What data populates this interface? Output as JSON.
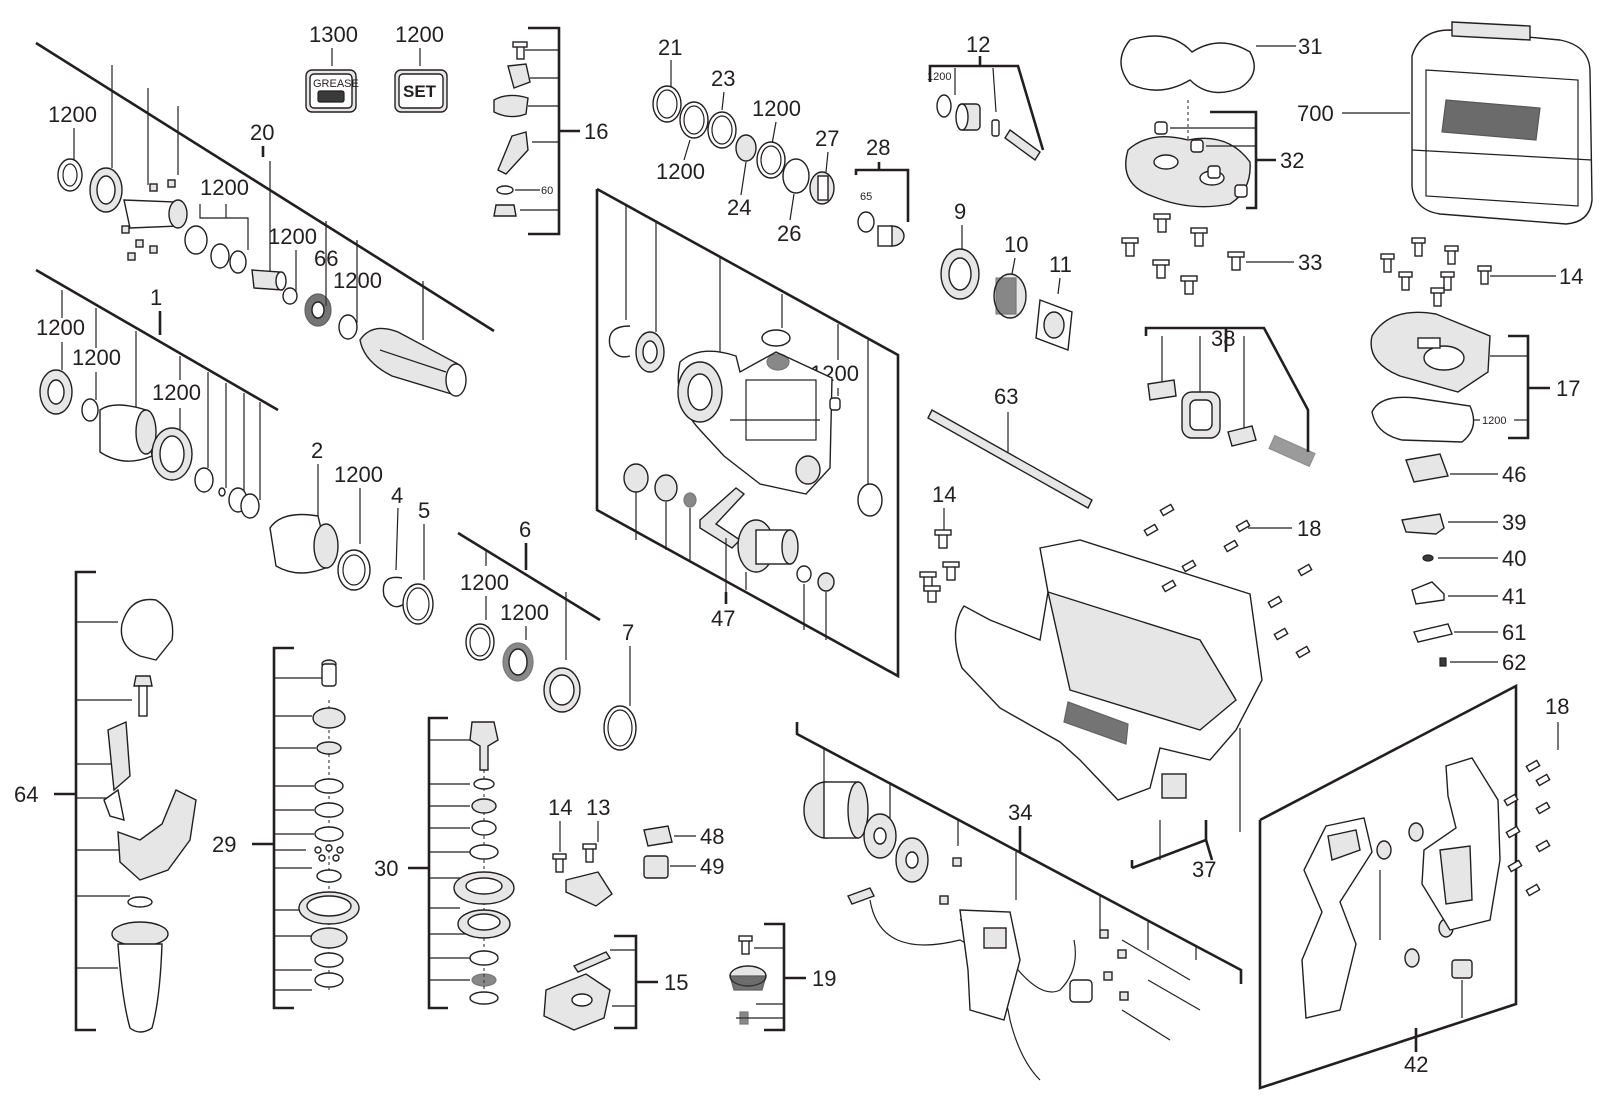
{
  "icons": {
    "grease": "grease-tube-icon",
    "set": "seal-set-icon",
    "brand": "milwaukee-logo"
  },
  "badges": {
    "grease_text": "GREASE",
    "set_text": "SET"
  },
  "callouts": {
    "c1300": "1300",
    "c1200_top": "1200",
    "c16": "16",
    "c21": "21",
    "c23": "23",
    "c1200_b": "1200",
    "c1200_c": "1200",
    "c24": "24",
    "c26": "26",
    "c27": "27",
    "c28": "28",
    "c65": "65",
    "c60": "60",
    "c12": "12",
    "c1200_s12": "1200",
    "c9": "9",
    "c10": "10",
    "c11": "11",
    "c31": "31",
    "c32": "32",
    "c33": "33",
    "c700": "700",
    "c14_r": "14",
    "c17": "17",
    "c1200_s17": "1200",
    "c46": "46",
    "c39": "39",
    "c40": "40",
    "c41": "41",
    "c61": "61",
    "c62": "62",
    "c1200_20a": "1200",
    "c20": "20",
    "c1200_20b": "1200",
    "c1200_20c": "1200",
    "c66": "66",
    "c1200_20d": "1200",
    "c1": "1",
    "c1200_1a": "1200",
    "c1200_1b": "1200",
    "c1200_1c": "1200",
    "c2": "2",
    "c1200_d": "1200",
    "c4": "4",
    "c5": "5",
    "c6": "6",
    "c1200_6a": "1200",
    "c1200_6b": "1200",
    "c7": "7",
    "c1200_47": "1200",
    "c47": "47",
    "c63": "63",
    "c38": "38",
    "c14_m": "14",
    "c18_a": "18",
    "c37": "37",
    "c34": "34",
    "c18_b": "18",
    "c42": "42",
    "c64": "64",
    "c29": "29",
    "c30": "30",
    "c14_b": "14",
    "c13": "13",
    "c48": "48",
    "c49": "49",
    "c15": "15",
    "c19": "19"
  }
}
